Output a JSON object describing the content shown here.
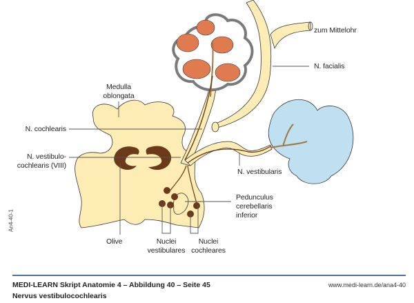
{
  "labels": {
    "zum_mittelohr": "zum Mittelohr",
    "n_facialis": "N. facialis",
    "medulla_1": "Medulla",
    "medulla_2": "oblongata",
    "n_cochlearis": "N. cochlearis",
    "n_vestibulo_1": "N. vestibulo-",
    "n_vestibulo_2": "cochlearis (VIII)",
    "n_vestibularis": "N. vestibularis",
    "pedunculus_1": "Pedunculus",
    "pedunculus_2": "cerebellaris",
    "pedunculus_3": "inferior",
    "olive": "Olive",
    "nuclei_vest_1": "Nuclei",
    "nuclei_vest_2": "vestibulares",
    "nuclei_coch_1": "Nuclei",
    "nuclei_coch_2": "cochleares"
  },
  "side_code": "An4-40-1",
  "footer": {
    "title": "MEDI-LEARN Skript Anatomie 4 – Abbildung 40 – Seite 45",
    "subtitle": "Nervus vestibulocochlearis",
    "url": "www.medi-learn.de/ana4-40"
  },
  "colors": {
    "medulla_fill": "#fdecb4",
    "nerve_fill": "#fdecb4",
    "nucleus_brown": "#6b3a1a",
    "cochlea_orange": "#e07b50",
    "capsule_gray": "#8a8a8a",
    "labyrinth_blue": "#bfe0f0",
    "rule_blue": "#4a6fa5"
  }
}
